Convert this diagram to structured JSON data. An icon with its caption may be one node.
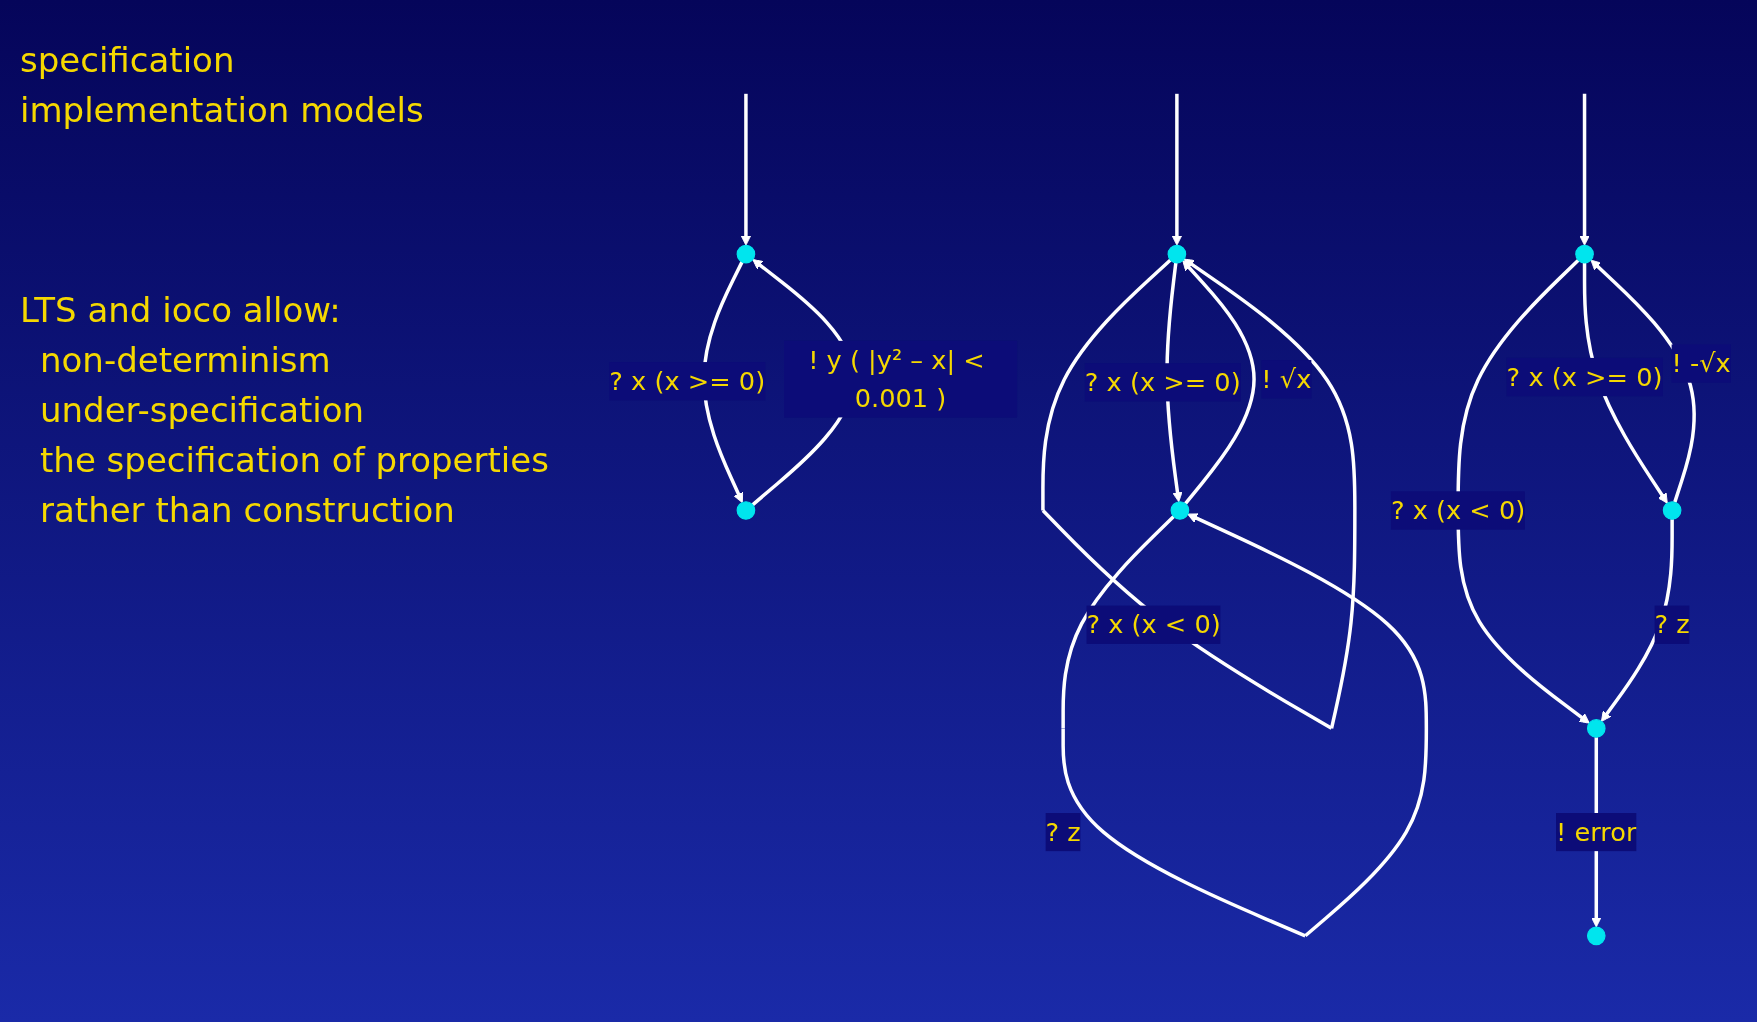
{
  "diagram": {
    "nodes": [
      {
        "text": [],
        "shape": "circle"
      },
      {
        "text": [],
        "shape": "circle"
      },
      {
        "text": [],
        "shape": "circle"
      },
      {
        "text": [],
        "shape": "circle"
      },
      {
        "text": [],
        "shape": "circle"
      },
      {
        "text": [],
        "shape": "circle"
      },
      {
        "text": [],
        "shape": "circle"
      },
      {
        "text": [],
        "shape": "circle"
      }
    ],
    "edges": [
      {
        "from": null,
        "to": 0,
        "arrow": "to"
      },
      {
        "from": 0,
        "to": 1,
        "arrow": "to",
        "label": "? x (x >= 0)"
      },
      {
        "from": 1,
        "to": 0,
        "arrow": "to",
        "label": "! y ( |y² – x| < 0.001 )"
      },
      {
        "from": null,
        "to": 2,
        "arrow": "to"
      },
      {
        "from": 2,
        "to": 2,
        "arrow": "to",
        "label": "? x (x < 0)"
      },
      {
        "from": 2,
        "to": 3,
        "arrow": "to",
        "label": "? x (x >= 0)"
      },
      {
        "from": 3,
        "to": 2,
        "arrow": "to",
        "label": "! √x"
      },
      {
        "from": 3,
        "to": 3,
        "arrow": "to",
        "label": "? z"
      },
      {
        "from": null,
        "to": 4,
        "arrow": "to"
      },
      {
        "from": 4,
        "to": 6,
        "arrow": "to",
        "label": "? x (x < 0)"
      },
      {
        "from": 4,
        "to": 5,
        "arrow": "to",
        "label": "? x (x >= 0)"
      },
      {
        "from": 5,
        "to": 4,
        "arrow": "to",
        "label": "! -√x"
      },
      {
        "from": 5,
        "to": 6,
        "arrow": "to",
        "label": "? z"
      },
      {
        "from": 6,
        "to": 7,
        "arrow": "to",
        "label": "! error"
      }
    ],
    "labels": [
      "specification",
      "implementation models",
      "LTS and ioco allow:",
      "non-determinism",
      "under-specification",
      "the specification of properties",
      "rather than construction"
    ]
  }
}
